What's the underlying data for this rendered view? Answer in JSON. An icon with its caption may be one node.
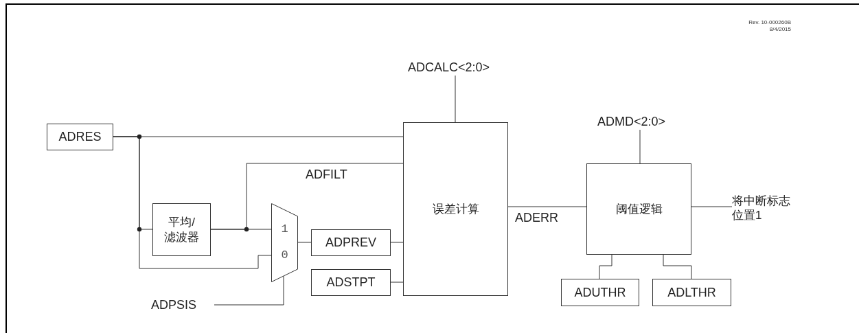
{
  "diagram": {
    "nodes": [
      {
        "text": [
          "ADRES"
        ]
      },
      {
        "text": [
          "平均/滤波器"
        ]
      },
      {
        "text": [
          "1",
          "0"
        ]
      },
      {
        "text": [
          "ADPREV"
        ]
      },
      {
        "text": [
          "ADSTPT"
        ]
      },
      {
        "text": [
          "误差计算"
        ]
      },
      {
        "text": [
          "阈值逻辑"
        ]
      },
      {
        "text": [
          "ADUTHR"
        ]
      },
      {
        "text": [
          "ADLTHR"
        ]
      },
      {
        "text": [
          "ADCALC<2:0>"
        ]
      },
      {
        "text": [
          "ADMD<2:0>"
        ]
      },
      {
        "text": [
          "将中断标志位置1"
        ]
      },
      {
        "text": [
          "ADPSIS"
        ]
      }
    ],
    "edges": [
      {
        "from": 0,
        "to": 5,
        "arrow": "none"
      },
      {
        "from": 0,
        "to": 1,
        "arrow": "none"
      },
      {
        "from": 0,
        "to": 2,
        "arrow": "none"
      },
      {
        "from": 1,
        "to": 2,
        "arrow": "none"
      },
      {
        "from": 1,
        "to": 5,
        "arrow": "none",
        "label": "ADFILT"
      },
      {
        "from": 2,
        "to": 3,
        "arrow": "none"
      },
      {
        "from": 3,
        "to": 5,
        "arrow": "none"
      },
      {
        "from": 4,
        "to": 5,
        "arrow": "none"
      },
      {
        "from": 9,
        "to": 5,
        "arrow": "none"
      },
      {
        "from": 5,
        "to": 6,
        "arrow": "none",
        "label": "ADERR"
      },
      {
        "from": 10,
        "to": 6,
        "arrow": "none"
      },
      {
        "from": 6,
        "to": 11,
        "arrow": "none"
      },
      {
        "from": 6,
        "to": 7,
        "arrow": "none"
      },
      {
        "from": 6,
        "to": 8,
        "arrow": "none"
      },
      {
        "from": 12,
        "to": 2,
        "arrow": "none"
      }
    ],
    "labels": [
      "Rev. 10-000260B",
      "8/4/2015"
    ]
  }
}
